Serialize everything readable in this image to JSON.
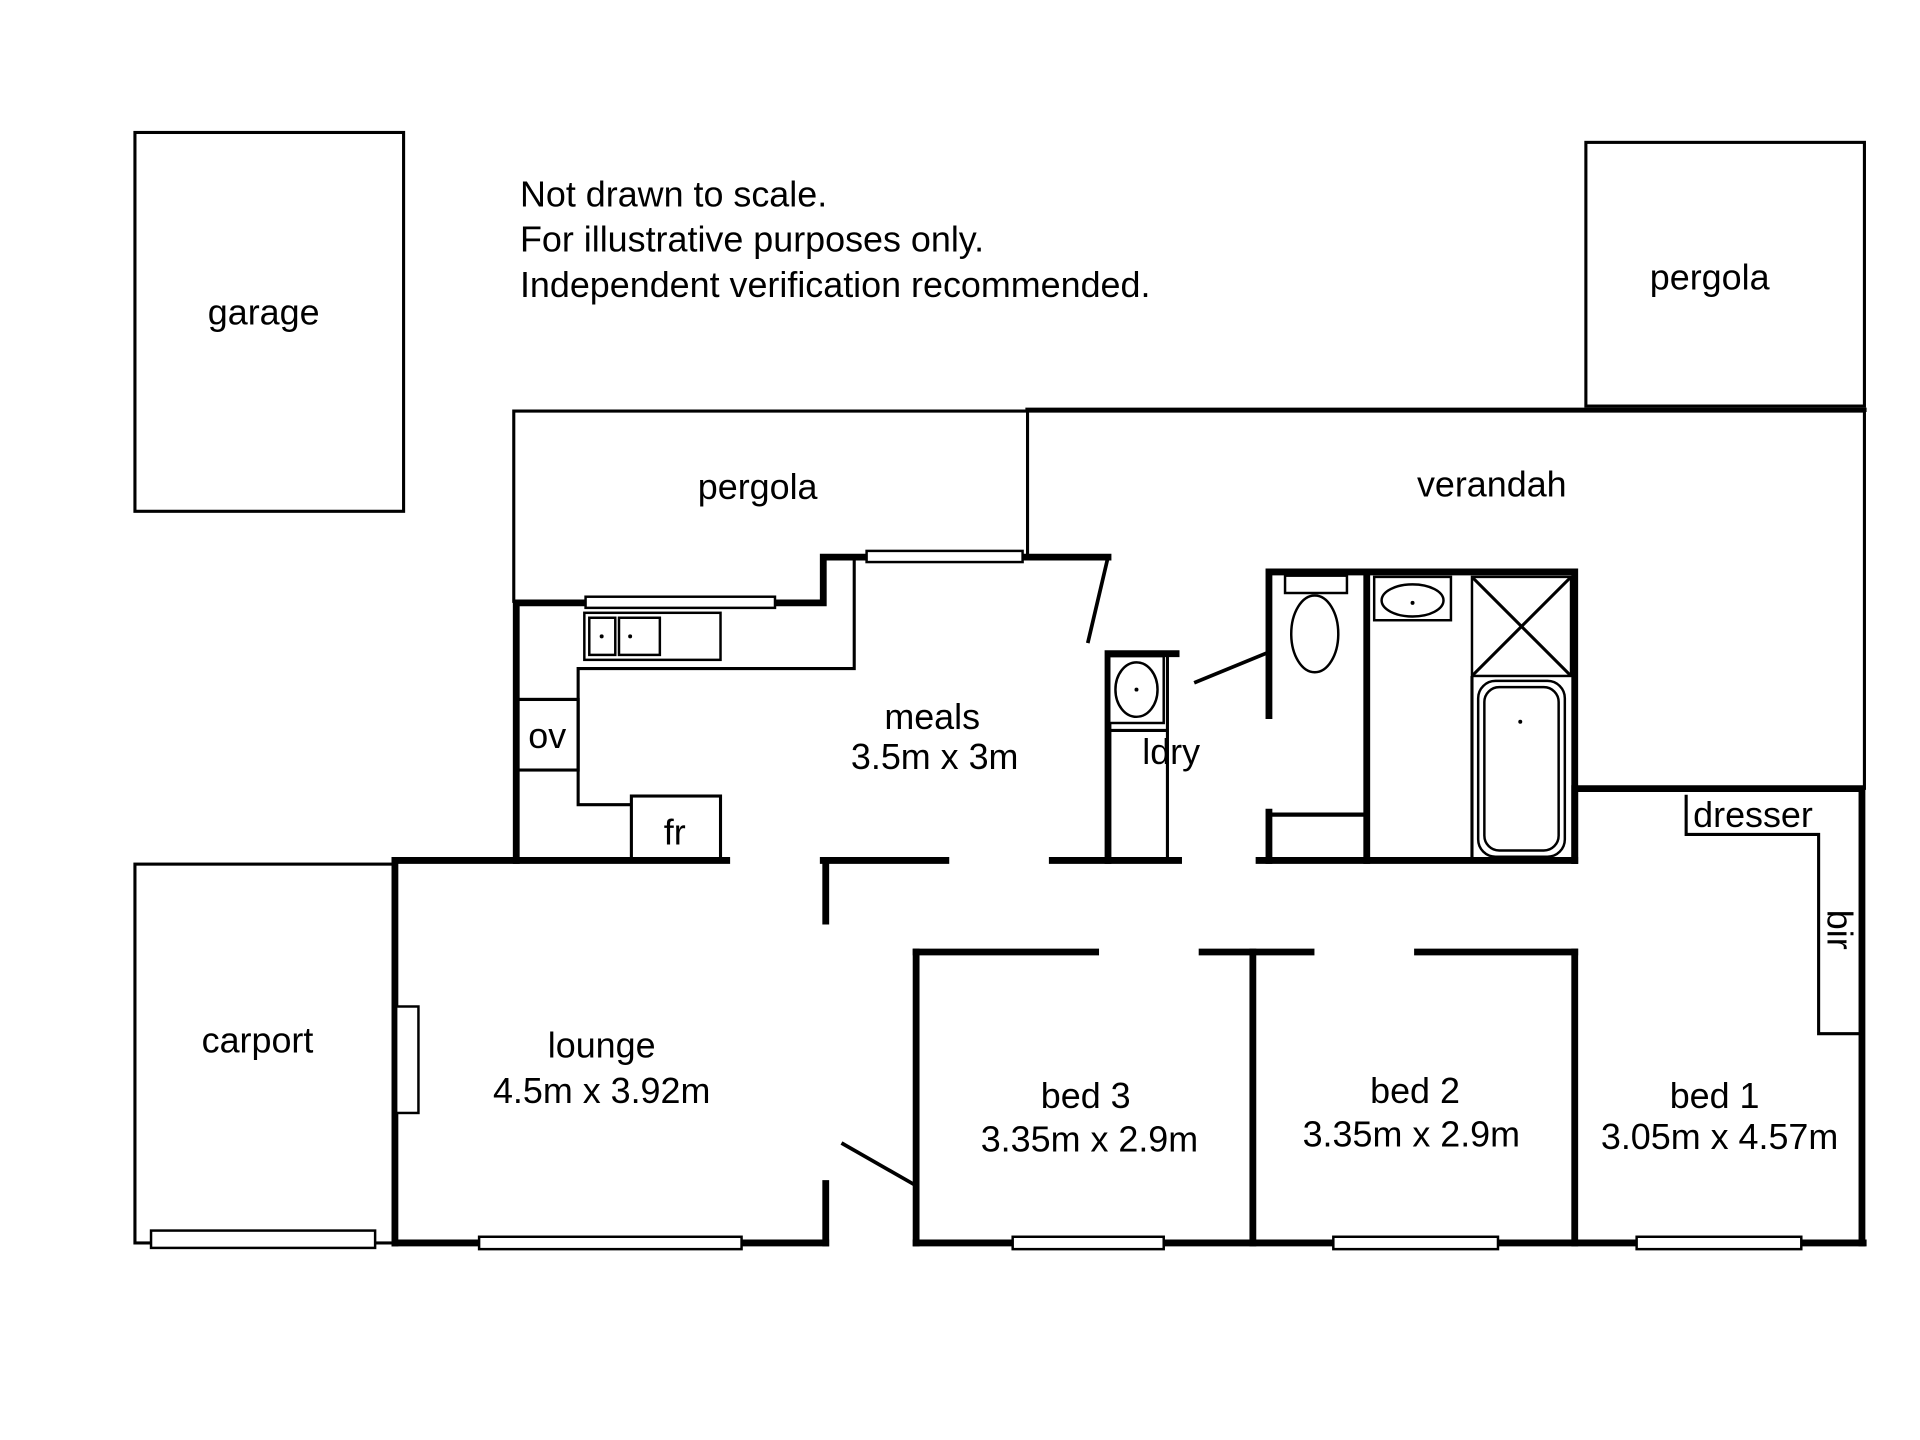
{
  "notes": [
    "Not drawn to scale.",
    "For illustrative purposes only.",
    "Independent verification recommended."
  ],
  "rooms": {
    "garage": {
      "name": "garage"
    },
    "pergola_top_right": {
      "name": "pergola"
    },
    "pergola_left": {
      "name": "pergola"
    },
    "verandah": {
      "name": "verandah"
    },
    "meals": {
      "name": "meals",
      "size": "3.5m x 3m"
    },
    "oven": {
      "name": "ov"
    },
    "fridge": {
      "name": "fr"
    },
    "laundry": {
      "name": "ldry"
    },
    "dresser": {
      "name": "dresser"
    },
    "bir": {
      "name": "bir"
    },
    "carport": {
      "name": "carport"
    },
    "lounge": {
      "name": "lounge",
      "size": "4.5m x 3.92m"
    },
    "bed3": {
      "name": "bed 3",
      "size": "3.35m x 2.9m"
    },
    "bed2": {
      "name": "bed 2",
      "size": "3.35m x 2.9m"
    },
    "bed1": {
      "name": "bed 1",
      "size": "3.05m x 4.57m"
    }
  }
}
